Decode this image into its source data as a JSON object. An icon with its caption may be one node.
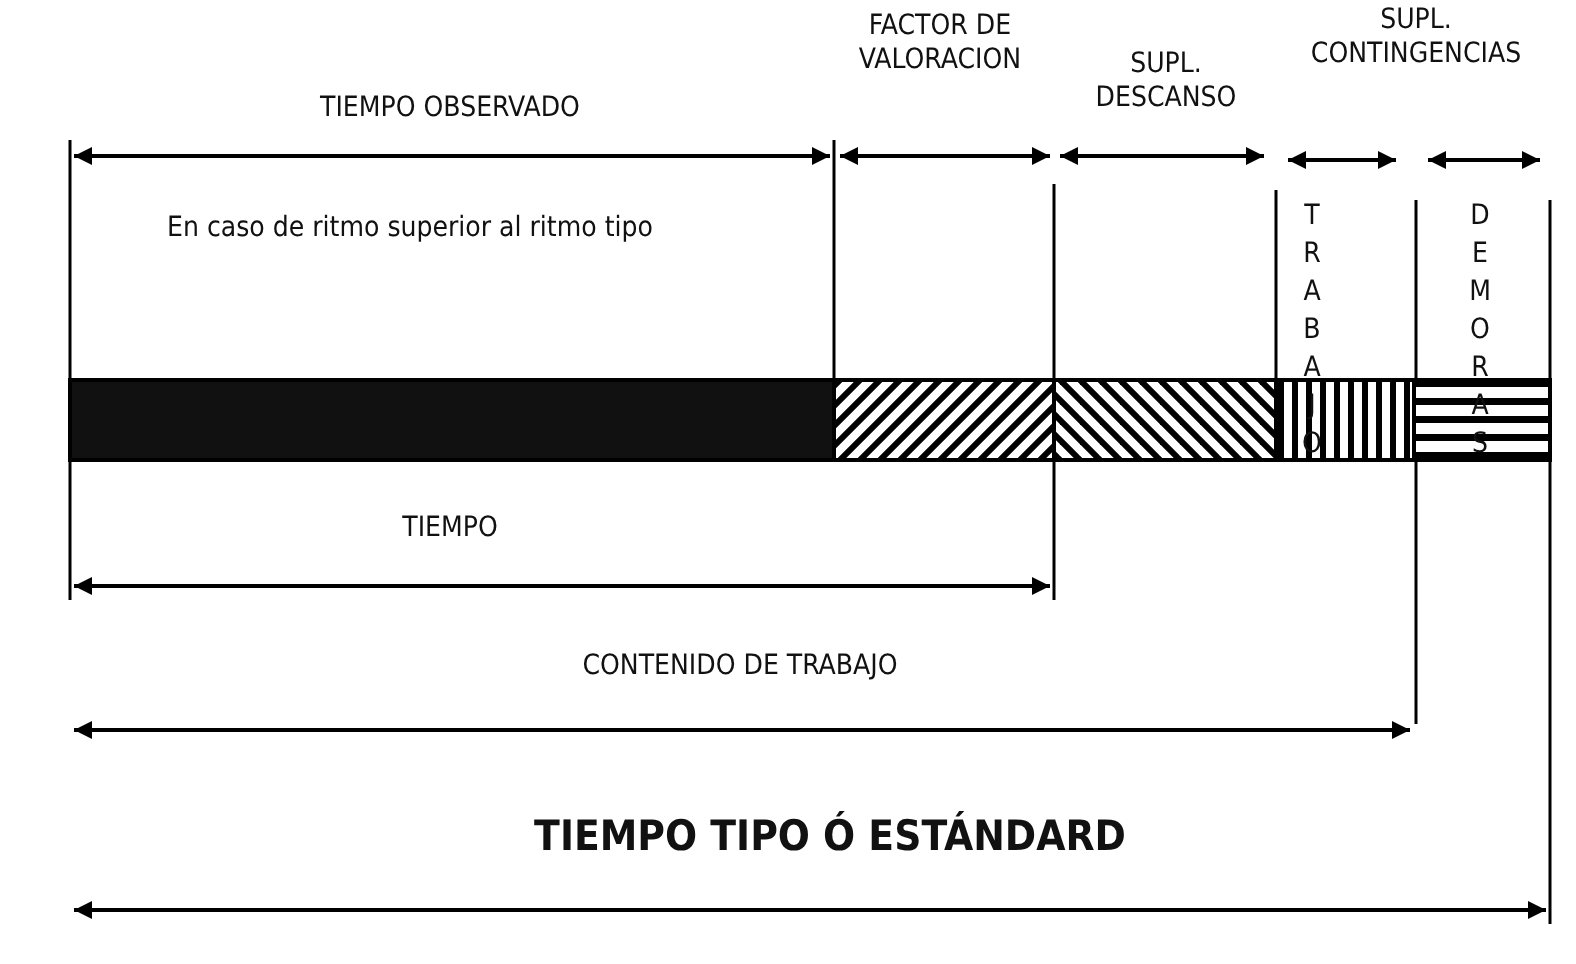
{
  "diagram": {
    "labels": [
      "TIEMPO OBSERVADO",
      "FACTOR DE VALORACION",
      "SUPL. DESCANSO",
      "SUPL. CONTINGENCIAS",
      "En caso de ritmo superior al ritmo tipo",
      "TRABAJO",
      "DEMORAS",
      "TIEMPO",
      "CONTENIDO DE TRABAJO",
      "TIEMPO TIPO Ó ESTÁNDARD"
    ]
  }
}
